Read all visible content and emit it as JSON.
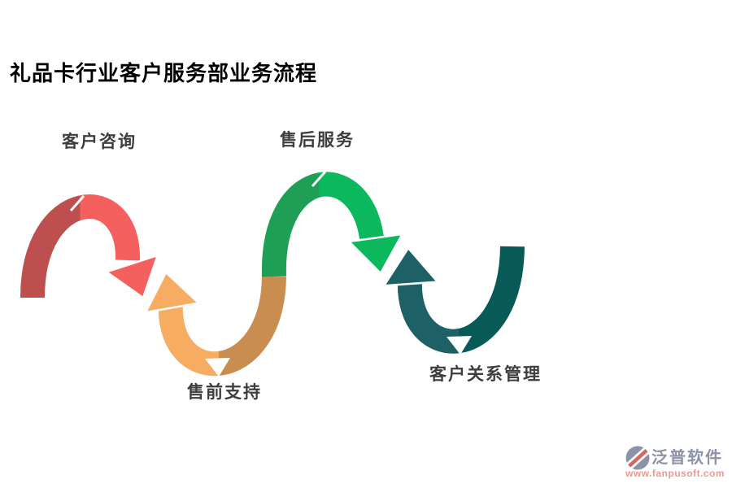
{
  "page": {
    "background": "#ffffff"
  },
  "title": {
    "text": "礼品卡行业客户服务部业务流程",
    "color": "#000000"
  },
  "diagram": {
    "type": "wave-flow-arrows",
    "label_color": "#3d3d3d",
    "steps": [
      {
        "label": "客户咨询",
        "arc": "hill",
        "position": "top-left",
        "color_dark": "#bd4f4f",
        "color_bright": "#f3605d"
      },
      {
        "label": "售前支持",
        "arc": "valley",
        "position": "bottom-left",
        "color_dark": "#c98e4f",
        "color_bright": "#f6ad62"
      },
      {
        "label": "售后服务",
        "arc": "hill",
        "position": "top-middle",
        "color_dark": "#1e9f55",
        "color_bright": "#0cb85e"
      },
      {
        "label": "客户关系管理",
        "arc": "valley",
        "position": "bottom-right",
        "color_dark": "#075a55",
        "color_bright": "#1d6066"
      }
    ]
  },
  "watermark": {
    "brand": "泛普软件",
    "url": "www.fanpusoft.com",
    "brand_color": "#8c93a6",
    "url_color": "#e89b95",
    "icon_accent": "#d4685e"
  }
}
